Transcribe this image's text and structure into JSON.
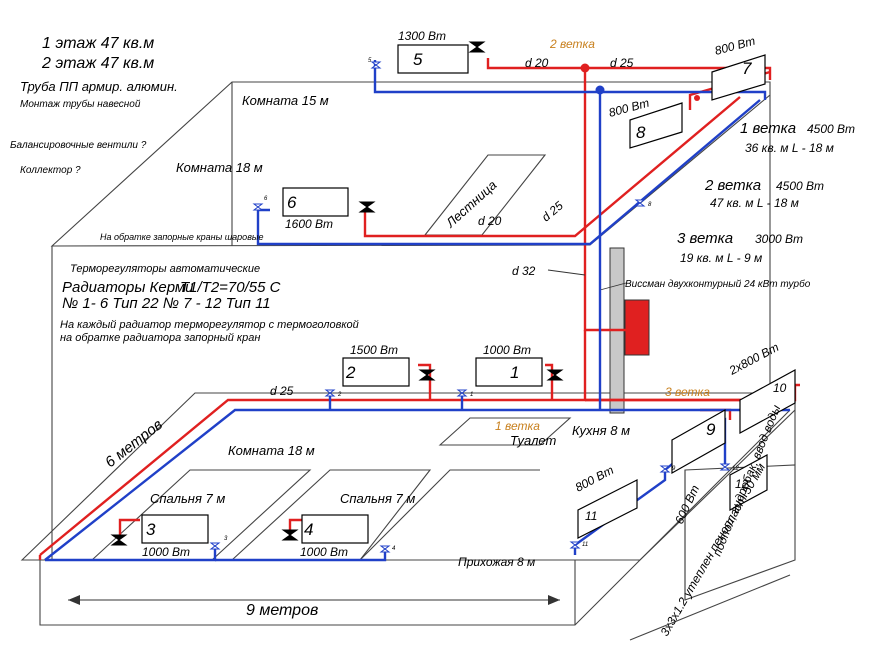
{
  "header": {
    "floor1": "1 этаж 47 кв.м",
    "floor2": "2 этаж 47 кв.м",
    "pipe": "Труба ПП армир. алюмин.",
    "mount": "Монтаж трубы навесной"
  },
  "notes": {
    "balancing": "Балансировочные вентили ?",
    "collector": "Коллектор ?",
    "return_valves": "На обратке запорные краны шаровые",
    "thermostats": "Терморегуляторы автоматические",
    "radiators": "Радиаторы Керми",
    "temps": "T1/T2=70/55 C",
    "types": "№ 1- 6 Тип 22    № 7 - 12 Тип 11",
    "thermo_line1": "На каждый радиатор терморегулятор с термоголовкой",
    "thermo_line2": "на обратке радиатора запорный кран"
  },
  "branches": {
    "b1_title": "1 ветка",
    "b1_power": "4500 Вт",
    "b1_area": "36 кв. м  L - 18 м",
    "b2_title": "2 ветка",
    "b2_power": "4500 Вт",
    "b2_area": "47 кв. м  L - 18 м",
    "b3_title": "3 ветка",
    "b3_power": "3000 Вт",
    "b3_area": "19 кв. м  L - 9 м",
    "label_2": "2 ветка",
    "label_3": "3 ветка",
    "label_1": "1 ветка"
  },
  "pipes": {
    "d20_top": "d 20",
    "d25_top": "d 25",
    "d25_right": "d 25",
    "d20_mid": "d 20",
    "d32": "d 32",
    "d25_left": "d 25"
  },
  "boiler": "Виссман двухконтурный 24 кВт турбо",
  "rooms": {
    "room15": "Комната 15 м",
    "room18_top": "Комната 18 м",
    "stairs": "Лестница",
    "room18_bottom": "Комната 18 м",
    "toilet": "Туалет",
    "kitchen": "Кухня 8 м",
    "bedroom_a": "Спальня 7 м",
    "bedroom_b": "Спальня 7 м",
    "hall": "Прихожая 8 м"
  },
  "dimensions": {
    "six_m": "6 метров",
    "nine_m": "9 метров",
    "foundation": "подпол, гидробак, ввод воды",
    "insulation": "3х3х1.2 утеплен пенопласт 50 мм"
  },
  "radiators": [
    {
      "num": "1",
      "power": "1000 Вт",
      "valve": "1"
    },
    {
      "num": "2",
      "power": "1500 Вт",
      "valve": "2"
    },
    {
      "num": "3",
      "power": "1000 Вт",
      "valve": "3"
    },
    {
      "num": "4",
      "power": "1000 Вт",
      "valve": "4"
    },
    {
      "num": "5",
      "power": "1300 Вт",
      "valve": "5"
    },
    {
      "num": "6",
      "power": "1600 Вт",
      "valve": "6"
    },
    {
      "num": "7",
      "power": "800 Вт",
      "valve": "7"
    },
    {
      "num": "8",
      "power": "800 Вт",
      "valve": "8"
    },
    {
      "num": "9",
      "power": "",
      "valve": "9"
    },
    {
      "num": "10",
      "power": "2х800 Вт",
      "valve": "10"
    },
    {
      "num": "11",
      "power": "800 Вт",
      "valve": "11"
    },
    {
      "num": "12",
      "power": "600 Вт",
      "valve": "12"
    }
  ],
  "colors": {
    "supply": "#e02020",
    "return": "#2040c8",
    "boiler": "#e02020",
    "chimney": "#c8c8c8",
    "branch_label": "#c8801e"
  }
}
